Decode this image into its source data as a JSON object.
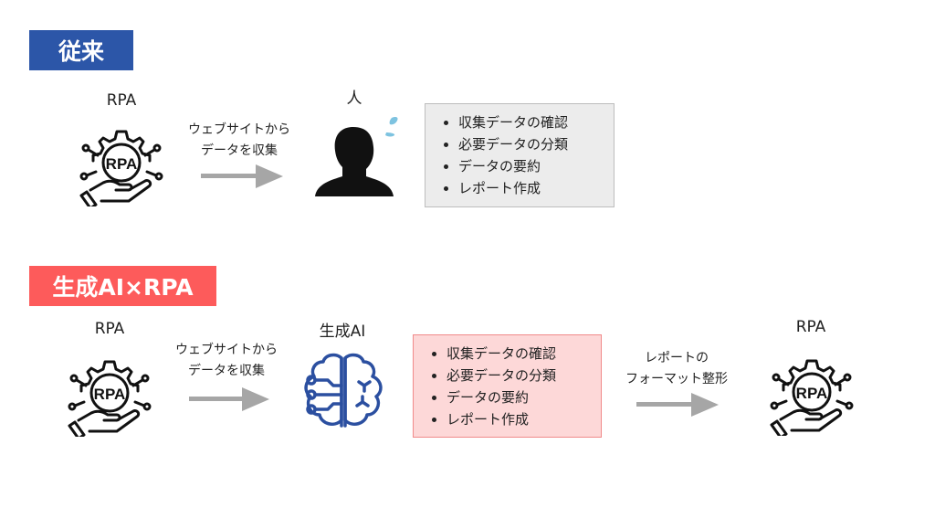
{
  "colors": {
    "traditional": "#2c56a8",
    "genai": "#fd5b5b",
    "gray_box": "#ececec",
    "pink_box": "#fdd8d8",
    "arrow": "#a6a6a6",
    "brain": "#2b4fa0"
  },
  "traditional": {
    "title": "従来",
    "rpa_label": "RPA",
    "rpa_icon_text": "RPA",
    "arrow_caption": [
      "ウェブサイトから",
      "データを収集"
    ],
    "person_label": "人",
    "tasks": [
      "収集データの確認",
      "必要データの分類",
      "データの要約",
      "レポート作成"
    ]
  },
  "genai": {
    "title": "生成AI×RPA",
    "rpa_label": "RPA",
    "rpa_icon_text": "RPA",
    "arrow_caption": [
      "ウェブサイトから",
      "データを収集"
    ],
    "ai_label": "生成AI",
    "tasks": [
      "収集データの確認",
      "必要データの分類",
      "データの要約",
      "レポート作成"
    ],
    "arrow2_caption": [
      "レポートの",
      "フォーマット整形"
    ],
    "rpa2_label": "RPA",
    "rpa2_icon_text": "RPA"
  }
}
